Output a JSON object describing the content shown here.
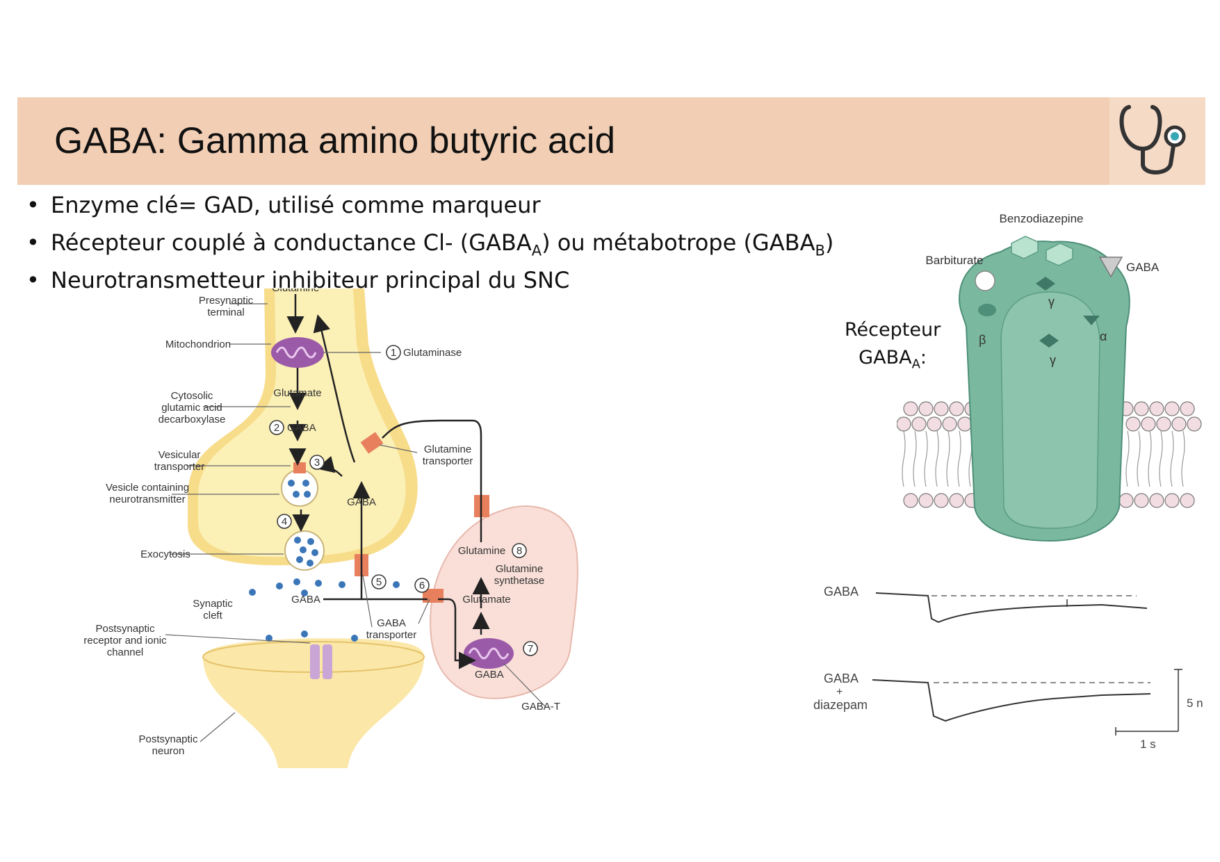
{
  "header": {
    "title": "GABA: Gamma amino butyric acid"
  },
  "bullets": [
    {
      "text": "Enzyme clé= GAD, utilisé comme marqueur"
    },
    {
      "pre": "Récepteur couplé à conductance Cl- (GABA",
      "sub1": "A",
      "mid": ") ou métabotrope (GABA",
      "sub2": "B",
      "post": ")"
    },
    {
      "text": "Neurotransmetteur inhibiteur principal du SNC"
    }
  ],
  "receptor_label": {
    "line1": "Récepteur",
    "line2": "GABA",
    "sub": "A",
    "suffix": ":"
  },
  "synapse": {
    "presynaptic_terminal": [
      "Presynaptic",
      "terminal"
    ],
    "mitochondrion": "Mitochondrion",
    "cytosolic_gad": [
      "Cytosolic",
      "glutamic acid",
      "decarboxylase"
    ],
    "vesicular_transporter": [
      "Vesicular",
      "transporter"
    ],
    "vesicle_containing": [
      "Vesicle containing",
      "neurotransmitter"
    ],
    "exocytosis": "Exocytosis",
    "synaptic_cleft": [
      "Synaptic",
      "cleft"
    ],
    "postsynaptic_receptor": [
      "Postsynaptic",
      "receptor and ionic",
      "channel"
    ],
    "postsynaptic_neuron": [
      "Postsynaptic",
      "neuron"
    ],
    "glutamine": "Glutamine",
    "glutamate": "Glutamate",
    "gaba": "GABA",
    "glutaminase": "Glutaminase",
    "glutamine_transporter": [
      "Glutamine",
      "transporter"
    ],
    "gaba_transporter": [
      "GABA",
      "transporter"
    ],
    "glutamine_synthetase": [
      "Glutamine",
      "synthetase"
    ],
    "gaba_t": "GABA-T",
    "steps": [
      "1",
      "2",
      "3",
      "4",
      "5",
      "6",
      "7",
      "8"
    ]
  },
  "receptor": {
    "benzodiazepine": "Benzodiazepine",
    "barbiturate": "Barbiturate",
    "gaba": "GABA",
    "beta": "β",
    "alpha": "α",
    "gamma": "γ"
  },
  "traces": {
    "trace1_label": "GABA",
    "trace2_label": [
      "GABA",
      "+",
      "diazepam"
    ],
    "scale_y": "5 n",
    "scale_x": "1 s"
  },
  "colors": {
    "header_bg": "#f1ceb4",
    "presynaptic": "#fbf0b0",
    "glia": "#f9dfd8",
    "mitochondria": "#9b5aa8",
    "vesicle_dots": "#3b76b8",
    "transporter": "#e8805e",
    "receptor_protein": "#7bb8a0",
    "lipid_heads": "#f2dde2"
  }
}
